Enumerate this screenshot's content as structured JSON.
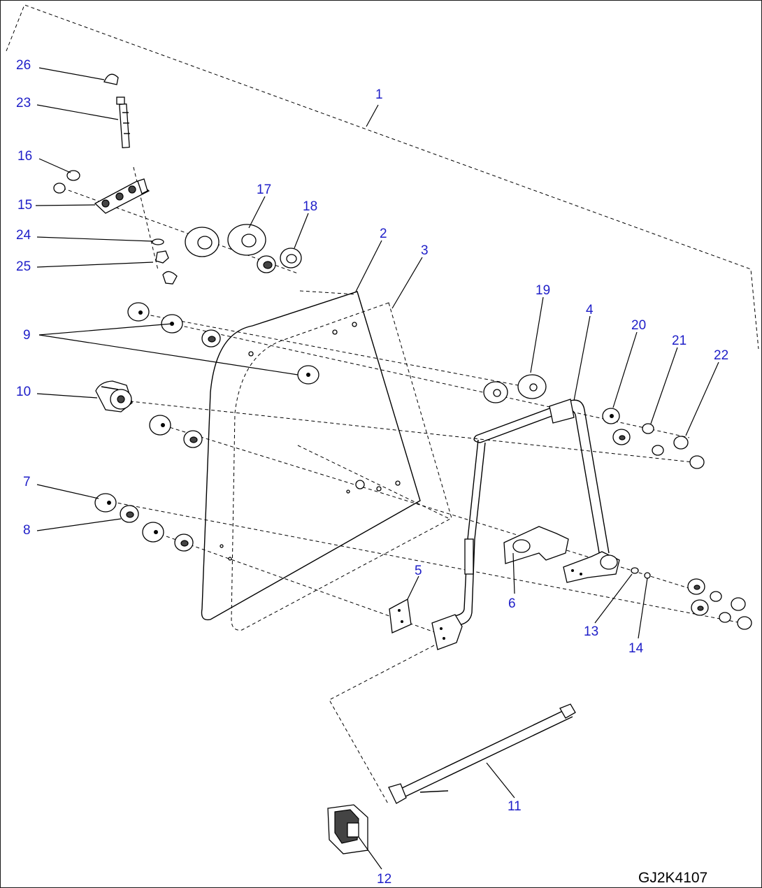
{
  "drawing_code": "GJ2K4107",
  "colors": {
    "label": "#1e1ec8",
    "line": "#000000"
  },
  "callouts": [
    {
      "id": "26",
      "text": "26"
    },
    {
      "id": "23",
      "text": "23"
    },
    {
      "id": "16",
      "text": "16"
    },
    {
      "id": "15",
      "text": "15"
    },
    {
      "id": "24",
      "text": "24"
    },
    {
      "id": "25",
      "text": "25"
    },
    {
      "id": "17",
      "text": "17"
    },
    {
      "id": "18",
      "text": "18"
    },
    {
      "id": "1",
      "text": "1"
    },
    {
      "id": "2",
      "text": "2"
    },
    {
      "id": "3",
      "text": "3"
    },
    {
      "id": "19",
      "text": "19"
    },
    {
      "id": "4",
      "text": "4"
    },
    {
      "id": "20",
      "text": "20"
    },
    {
      "id": "21",
      "text": "21"
    },
    {
      "id": "22",
      "text": "22"
    },
    {
      "id": "9",
      "text": "9"
    },
    {
      "id": "10",
      "text": "10"
    },
    {
      "id": "7",
      "text": "7"
    },
    {
      "id": "8",
      "text": "8"
    },
    {
      "id": "5",
      "text": "5"
    },
    {
      "id": "6",
      "text": "6"
    },
    {
      "id": "13",
      "text": "13"
    },
    {
      "id": "14",
      "text": "14"
    },
    {
      "id": "11",
      "text": "11"
    },
    {
      "id": "12",
      "text": "12"
    }
  ]
}
